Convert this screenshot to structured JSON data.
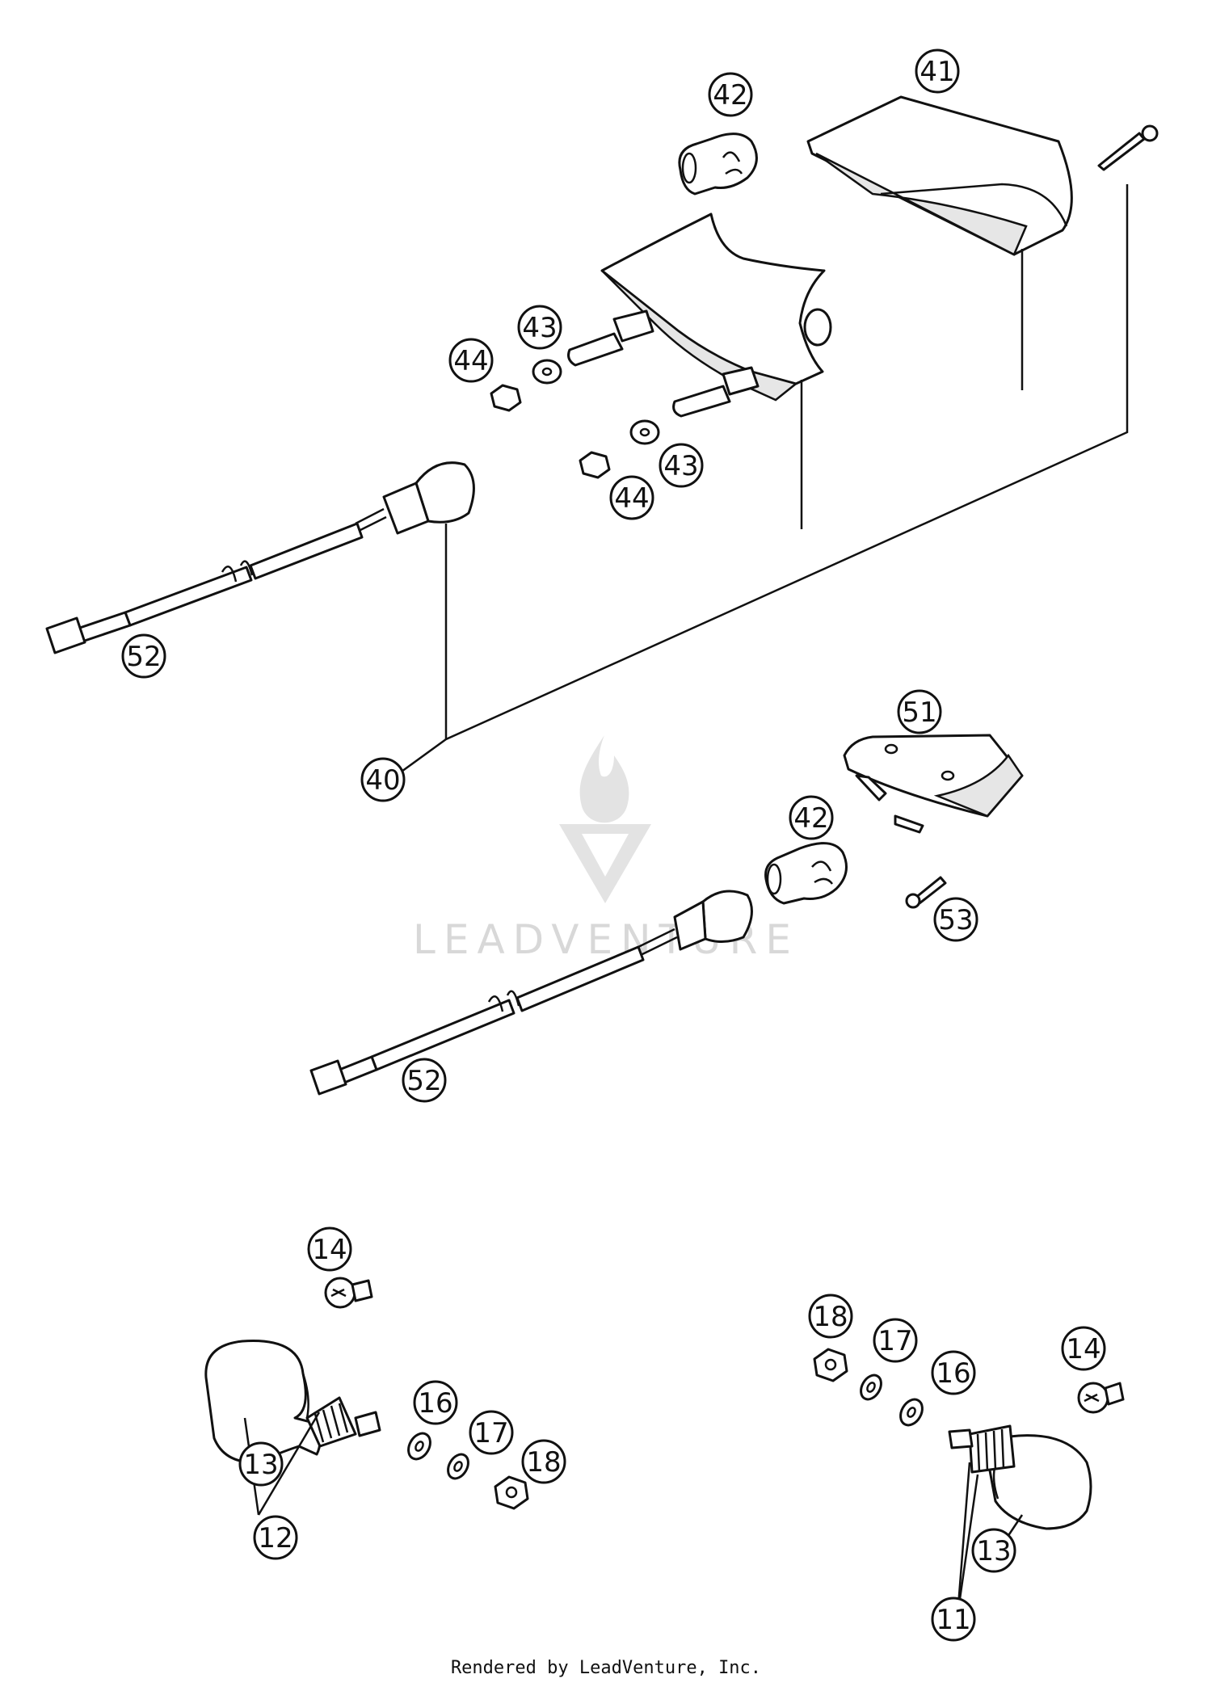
{
  "callouts": [
    {
      "id": "c42-top",
      "label": "42"
    },
    {
      "id": "c41",
      "label": "41"
    },
    {
      "id": "c43-a",
      "label": "43"
    },
    {
      "id": "c44-a",
      "label": "44"
    },
    {
      "id": "c43-b",
      "label": "43"
    },
    {
      "id": "c44-b",
      "label": "44"
    },
    {
      "id": "c52-a",
      "label": "52"
    },
    {
      "id": "c40",
      "label": "40"
    },
    {
      "id": "c51",
      "label": "51"
    },
    {
      "id": "c42-mid",
      "label": "42"
    },
    {
      "id": "c53",
      "label": "53"
    },
    {
      "id": "c52-b",
      "label": "52"
    },
    {
      "id": "c14-l",
      "label": "14"
    },
    {
      "id": "c16-l",
      "label": "16"
    },
    {
      "id": "c17-l",
      "label": "17"
    },
    {
      "id": "c18-l",
      "label": "18"
    },
    {
      "id": "c13-l",
      "label": "13"
    },
    {
      "id": "c12",
      "label": "12"
    },
    {
      "id": "c18-r",
      "label": "18"
    },
    {
      "id": "c17-r",
      "label": "17"
    },
    {
      "id": "c16-r",
      "label": "16"
    },
    {
      "id": "c14-r",
      "label": "14"
    },
    {
      "id": "c13-r",
      "label": "13"
    },
    {
      "id": "c11",
      "label": "11"
    }
  ],
  "watermark": "LEADVENTURE",
  "footer": "Rendered by LeadVenture, Inc."
}
